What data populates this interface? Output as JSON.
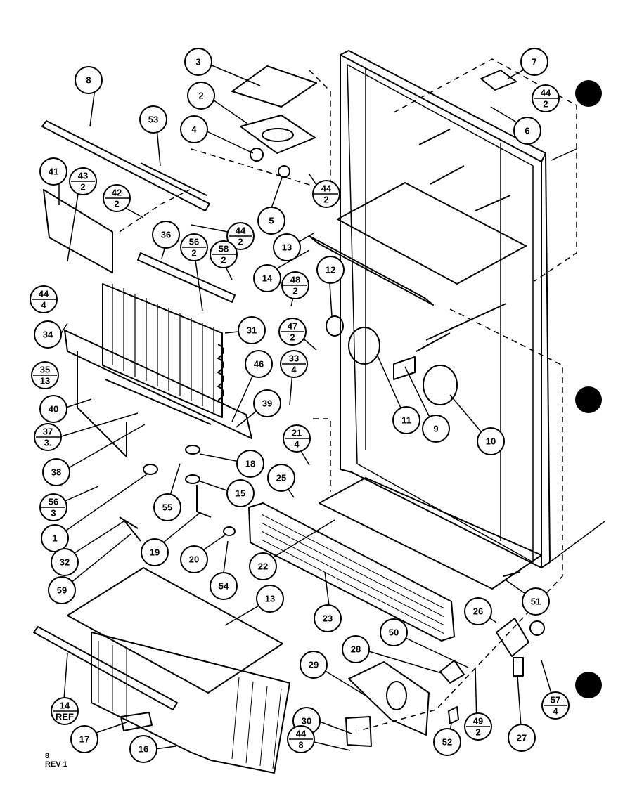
{
  "callouts": [
    {
      "id": "c3",
      "text": "3"
    },
    {
      "id": "c2",
      "text": "2"
    },
    {
      "id": "c4",
      "text": "4"
    },
    {
      "id": "c8",
      "text": "8"
    },
    {
      "id": "c53",
      "text": "53"
    },
    {
      "id": "c41",
      "text": "41"
    },
    {
      "id": "c43",
      "top": "43",
      "bot": "2"
    },
    {
      "id": "c42",
      "top": "42",
      "bot": "2"
    },
    {
      "id": "c44a",
      "top": "44",
      "bot": "2"
    },
    {
      "id": "c5a",
      "text": "5"
    },
    {
      "id": "c44b",
      "top": "44",
      "bot": "2"
    },
    {
      "id": "c7",
      "text": "7"
    },
    {
      "id": "c44c",
      "top": "44",
      "bot": "2"
    },
    {
      "id": "c6",
      "text": "6"
    },
    {
      "id": "c36",
      "text": "36"
    },
    {
      "id": "c56a",
      "top": "56",
      "bot": "2"
    },
    {
      "id": "c58",
      "top": "58",
      "bot": "2"
    },
    {
      "id": "c13a",
      "text": "13"
    },
    {
      "id": "c14a",
      "text": "14"
    },
    {
      "id": "c48",
      "top": "48",
      "bot": "2"
    },
    {
      "id": "c12",
      "text": "12"
    },
    {
      "id": "c44d",
      "top": "44",
      "bot": "4"
    },
    {
      "id": "c34",
      "text": "34"
    },
    {
      "id": "c31",
      "text": "31"
    },
    {
      "id": "c47",
      "top": "47",
      "bot": "2"
    },
    {
      "id": "c35",
      "top": "35",
      "bot": "13"
    },
    {
      "id": "c46",
      "text": "46"
    },
    {
      "id": "c33",
      "top": "33",
      "bot": "4"
    },
    {
      "id": "c40",
      "text": "40"
    },
    {
      "id": "c39",
      "text": "39"
    },
    {
      "id": "c11",
      "text": "11"
    },
    {
      "id": "c9",
      "text": "9"
    },
    {
      "id": "c10",
      "text": "10"
    },
    {
      "id": "c37",
      "top": "37",
      "bot": "3."
    },
    {
      "id": "c21",
      "top": "21",
      "bot": "4"
    },
    {
      "id": "c38",
      "text": "38"
    },
    {
      "id": "c18",
      "text": "18"
    },
    {
      "id": "c25",
      "text": "25"
    },
    {
      "id": "c15",
      "text": "15"
    },
    {
      "id": "c56b",
      "top": "56",
      "bot": "3"
    },
    {
      "id": "c55",
      "text": "55"
    },
    {
      "id": "c1",
      "text": "1"
    },
    {
      "id": "c19",
      "text": "19"
    },
    {
      "id": "c20",
      "text": "20"
    },
    {
      "id": "c22",
      "text": "22"
    },
    {
      "id": "c32",
      "text": "32"
    },
    {
      "id": "c54",
      "text": "54"
    },
    {
      "id": "c51",
      "text": "51"
    },
    {
      "id": "c59",
      "text": "59"
    },
    {
      "id": "c13b",
      "text": "13"
    },
    {
      "id": "c23",
      "text": "23"
    },
    {
      "id": "c26",
      "text": "26"
    },
    {
      "id": "c50",
      "text": "50"
    },
    {
      "id": "c28",
      "text": "28"
    },
    {
      "id": "c29",
      "text": "29"
    },
    {
      "id": "c14b",
      "top": "14",
      "bot": "REF"
    },
    {
      "id": "c57",
      "top": "57",
      "bot": "4"
    },
    {
      "id": "c30",
      "text": "30"
    },
    {
      "id": "c17",
      "text": "17"
    },
    {
      "id": "c16",
      "text": "16"
    },
    {
      "id": "c44e",
      "top": "44",
      "bot": "8"
    },
    {
      "id": "c52",
      "text": "52"
    },
    {
      "id": "c49",
      "top": "49",
      "bot": "2"
    },
    {
      "id": "c27",
      "text": "27"
    }
  ],
  "footer": {
    "line1": "8",
    "line2": "REV 1"
  }
}
